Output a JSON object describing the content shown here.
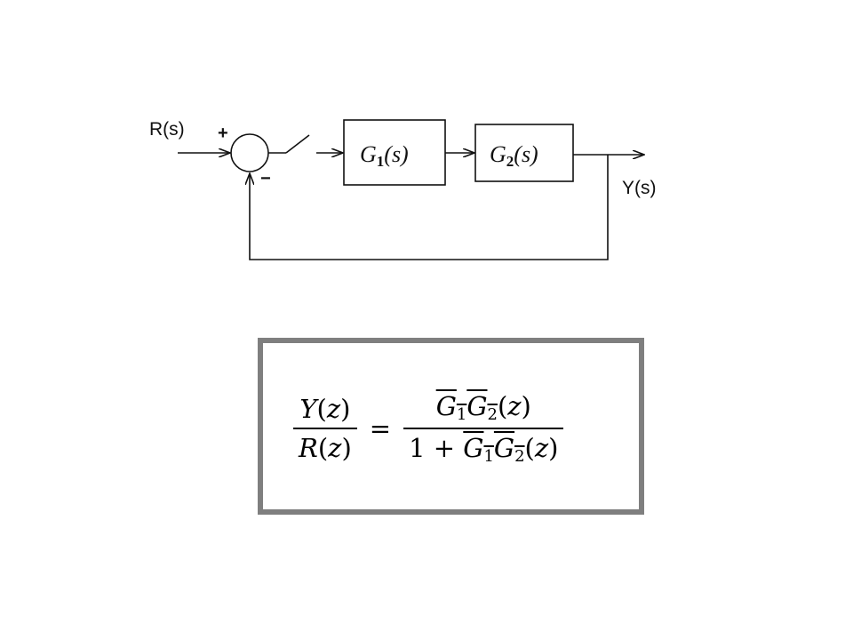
{
  "diagram": {
    "input_label": "R(s)",
    "output_label": "Y(s)",
    "plus_sign": "+",
    "minus_sign": "−",
    "block1": {
      "name": "G",
      "sub": "1",
      "arg": "(s)"
    },
    "block2": {
      "name": "G",
      "sub": "2",
      "arg": "(s)"
    }
  },
  "formula": {
    "lhs_num": "Y(z)",
    "lhs_den": "R(z)",
    "equals": "=",
    "rhs_num": "G1G2(z)",
    "rhs_den": "1 + G1G2(z)"
  }
}
